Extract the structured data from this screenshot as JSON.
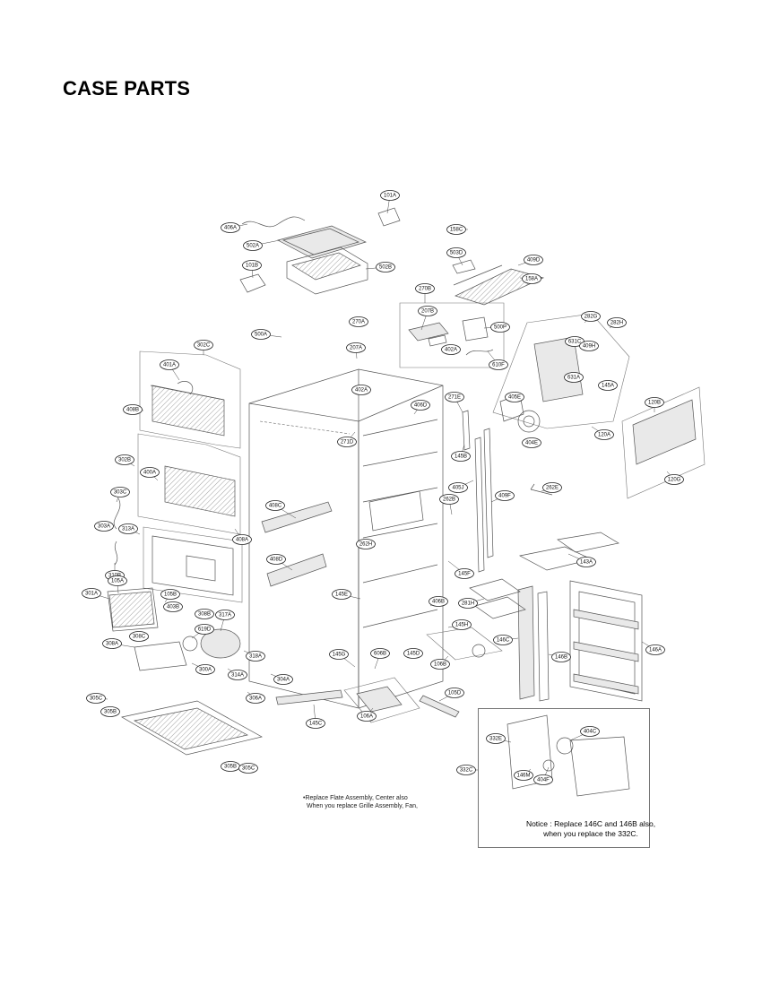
{
  "page": {
    "title": "CASE PARTS"
  },
  "notes": {
    "replace_line1": "•Replace Flate Assembly, Center also",
    "replace_line2": "When you replace Grille Assembly, Fan,",
    "notice_line1": "Notice : Replace 146C and 146B also,",
    "notice_line2": "when you replace the 332C."
  },
  "parts": [
    "101A",
    "406A",
    "502A",
    "101B",
    "502B",
    "158C",
    "503D",
    "409D",
    "158A",
    "270B",
    "207B",
    "500P",
    "402A",
    "610F",
    "500A",
    "270A",
    "207A",
    "402A",
    "302C",
    "401A",
    "408B",
    "282G",
    "282H",
    "631C",
    "409H",
    "631A",
    "145A",
    "405E",
    "404E",
    "120A",
    "120B",
    "120G",
    "271E",
    "406D",
    "271D",
    "145B",
    "302B",
    "400A",
    "303C",
    "303A",
    "408C",
    "405J",
    "262B",
    "409F",
    "262E",
    "408A",
    "313A",
    "262H",
    "408D",
    "310B",
    "143A",
    "145F",
    "105A",
    "105B",
    "301A",
    "145E",
    "406B",
    "281H",
    "403B",
    "308B",
    "317A",
    "619D",
    "308C",
    "145H",
    "146C",
    "308A",
    "318A",
    "145G",
    "606B",
    "145D",
    "106B",
    "146B",
    "146A",
    "300A",
    "314A",
    "304A",
    "306A",
    "105D",
    "305C",
    "305B",
    "145C",
    "106A",
    "305B",
    "305C",
    "404C",
    "332E",
    "146M",
    "404F",
    "332C"
  ],
  "colors": {
    "line": "#555555",
    "bubble_stroke": "#222222",
    "text": "#111111"
  }
}
